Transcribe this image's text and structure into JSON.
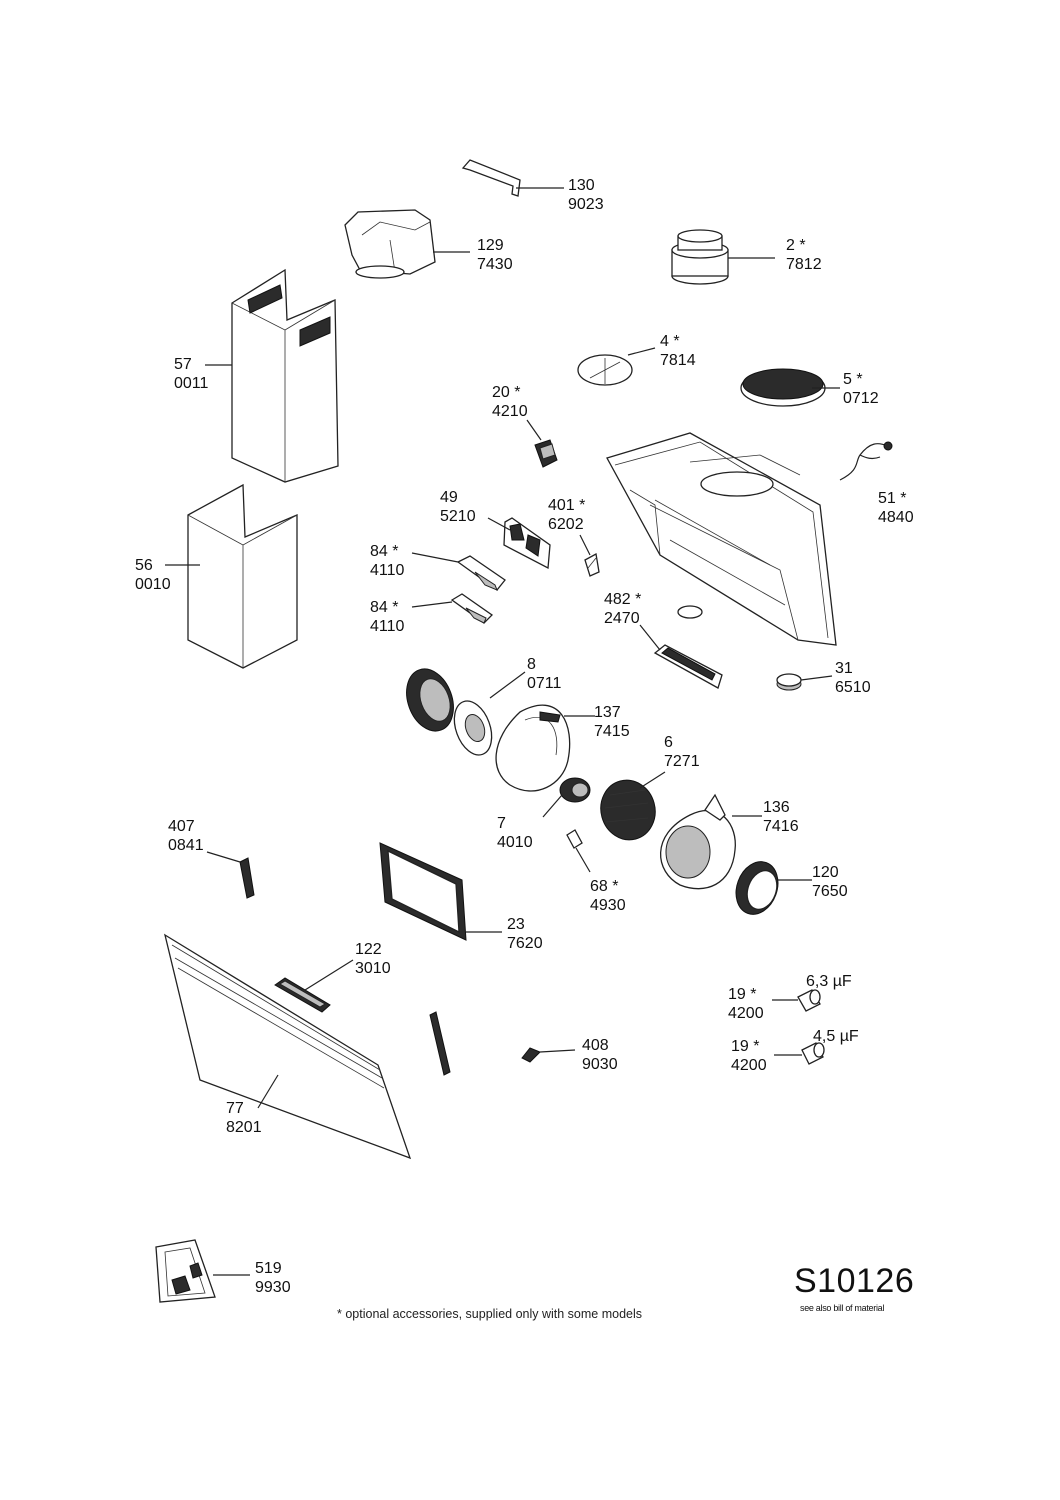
{
  "diagram": {
    "id": "S10126",
    "note": "see also bill of material",
    "footnote": "* optional accessories, supplied only with some models"
  },
  "parts": [
    {
      "key": "p130",
      "pos": "130",
      "code": "9023"
    },
    {
      "key": "p129",
      "pos": "129",
      "code": "7430"
    },
    {
      "key": "p2",
      "pos": "2 *",
      "code": "7812"
    },
    {
      "key": "p57",
      "pos": "57",
      "code": "0011"
    },
    {
      "key": "p4",
      "pos": "4 *",
      "code": "7814"
    },
    {
      "key": "p5",
      "pos": "5 *",
      "code": "0712"
    },
    {
      "key": "p20",
      "pos": "20 *",
      "code": "4210"
    },
    {
      "key": "p49",
      "pos": "49",
      "code": "5210"
    },
    {
      "key": "p401",
      "pos": "401 *",
      "code": "6202"
    },
    {
      "key": "p51",
      "pos": "51 *",
      "code": "4840"
    },
    {
      "key": "p56",
      "pos": "56",
      "code": "0010"
    },
    {
      "key": "p84a",
      "pos": "84 *",
      "code": "4110"
    },
    {
      "key": "p84b",
      "pos": "84 *",
      "code": "4110"
    },
    {
      "key": "p482",
      "pos": "482 *",
      "code": "2470"
    },
    {
      "key": "p8",
      "pos": "8",
      "code": "0711"
    },
    {
      "key": "p31",
      "pos": "31",
      "code": "6510"
    },
    {
      "key": "p137",
      "pos": "137",
      "code": "7415"
    },
    {
      "key": "p6",
      "pos": "6",
      "code": "7271"
    },
    {
      "key": "p136",
      "pos": "136",
      "code": "7416"
    },
    {
      "key": "p407",
      "pos": "407",
      "code": "0841"
    },
    {
      "key": "p7",
      "pos": "7",
      "code": "4010"
    },
    {
      "key": "p68",
      "pos": "68 *",
      "code": "4930"
    },
    {
      "key": "p120",
      "pos": "120",
      "code": "7650"
    },
    {
      "key": "p23",
      "pos": "23",
      "code": "7620"
    },
    {
      "key": "p122",
      "pos": "122",
      "code": "3010"
    },
    {
      "key": "p19a",
      "pos": "19 *",
      "code": "4200"
    },
    {
      "key": "p19b",
      "pos": "19 *",
      "code": "4200"
    },
    {
      "key": "p408",
      "pos": "408",
      "code": "9030"
    },
    {
      "key": "p77",
      "pos": "77",
      "code": "8201"
    },
    {
      "key": "p519",
      "pos": "519",
      "code": "9930"
    }
  ],
  "capacitors": {
    "cap1": "6,3 µF",
    "cap2": "4,5 µF"
  }
}
